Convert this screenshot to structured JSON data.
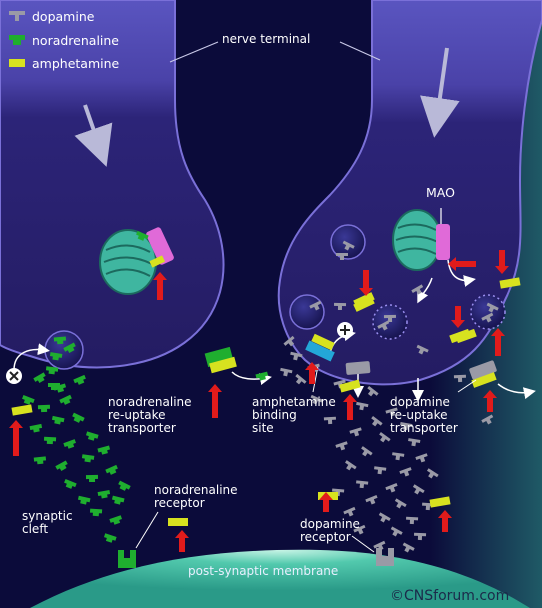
{
  "legend": {
    "dopamine": "dopamine",
    "noradrenaline": "noradrenaline",
    "amphetamine": "amphetamine"
  },
  "labels": {
    "nerve_terminal": "nerve terminal",
    "mao": "MAO",
    "na_transporter": "noradrenaline\nre-uptake\ntransporter",
    "amph_binding_site": "amphetamine\nbinding\nsite",
    "da_transporter": "dopamine\nre-uptake\ntransporter",
    "na_receptor": "noradrenaline\nreceptor",
    "synaptic_cleft": "synaptic\ncleft",
    "da_receptor": "dopamine\nreceptor",
    "postsynaptic_membrane": "post-synaptic membrane",
    "copyright": "©CNSforum.com"
  },
  "colors": {
    "background": "#0b0b3a",
    "terminal": "#3a2f86",
    "terminal_edge": "#6a5fc8",
    "dopamine": "#9a9aa6",
    "noradrenaline": "#1fae2f",
    "amphetamine": "#d7e21f",
    "mao": "#e06ad8",
    "mitochondria": "#3fb6a0",
    "arrow_red": "#e11b1b",
    "membrane": "#46c3a8",
    "amph_site": "#23a7d8"
  }
}
